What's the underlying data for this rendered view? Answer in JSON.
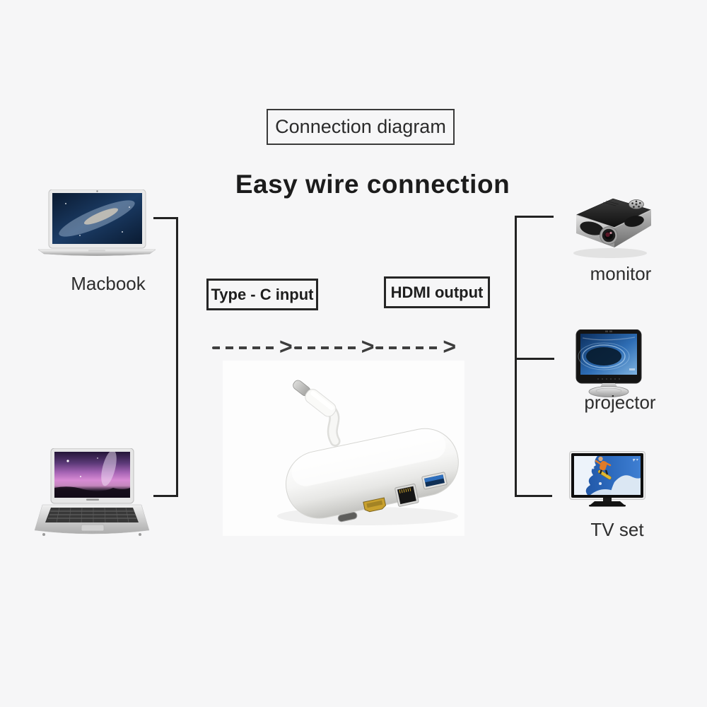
{
  "page": {
    "background_color": "#f6f6f7",
    "line_color": "#222222",
    "text_color": "#2d2d2d"
  },
  "header": {
    "boxed_title": "Connection diagram",
    "heading": "Easy wire connection"
  },
  "flow": {
    "input_box_label": "Type - C input",
    "output_box_label": "HDMI output",
    "arrow_glyph": ">",
    "arrow_segment_count": 3
  },
  "devices": {
    "left": [
      {
        "icon": "macbook-image",
        "label": "Macbook"
      },
      {
        "icon": "samsung-laptop-image",
        "label": ""
      }
    ],
    "right": [
      {
        "icon": "projector-device-image",
        "label": "monitor"
      },
      {
        "icon": "desktop-monitor-image",
        "label": "projector"
      },
      {
        "icon": "tv-device-image",
        "label": "TV set"
      }
    ]
  },
  "product": {
    "icon": "usb-c-multiport-adapter-image",
    "port_icons": [
      "usb-c-port-icon",
      "hdmi-port-icon",
      "ethernet-port-icon",
      "usb-a-port-icon"
    ],
    "accent_colors": {
      "hdmi_gold": "#c9a12e",
      "usb_blue": "#2f6fbd",
      "ethernet_dark": "#161616"
    }
  }
}
